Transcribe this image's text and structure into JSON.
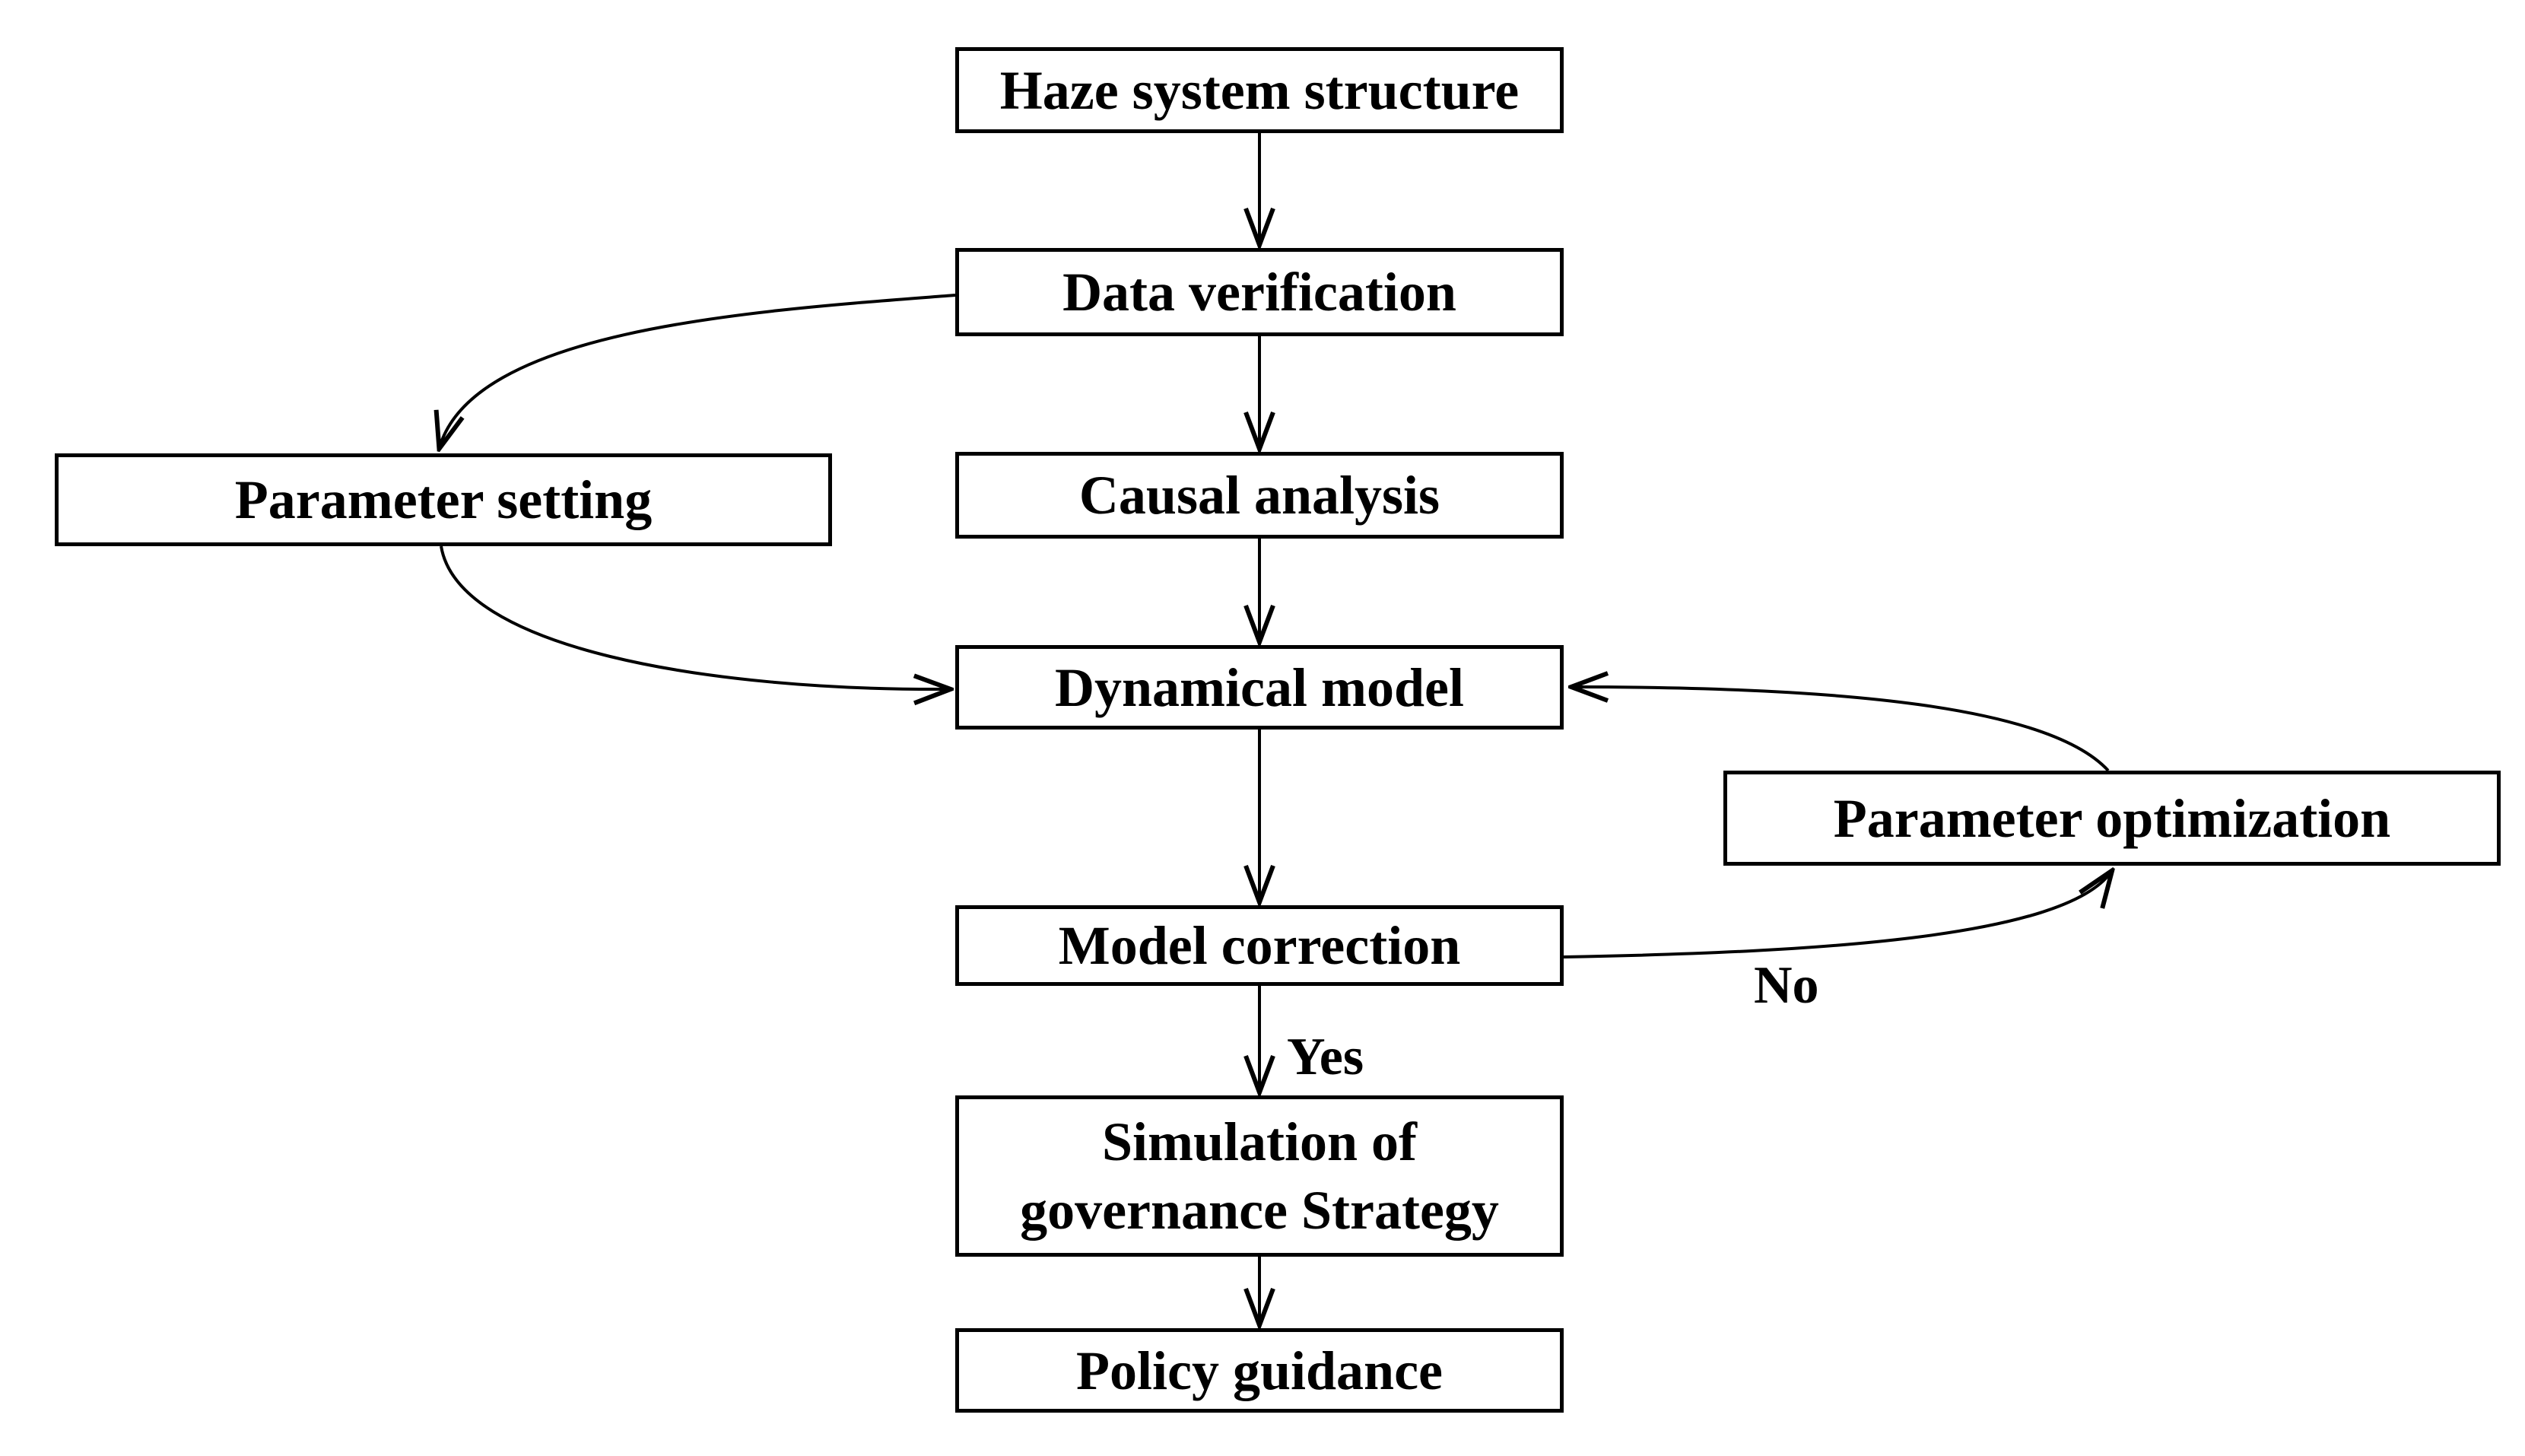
{
  "diagram": {
    "type": "flowchart",
    "nodes": [
      {
        "id": "haze-system-structure",
        "label": "Haze system structure"
      },
      {
        "id": "data-verification",
        "label": "Data verification"
      },
      {
        "id": "parameter-setting",
        "label": "Parameter setting"
      },
      {
        "id": "causal-analysis",
        "label": "Causal analysis"
      },
      {
        "id": "dynamical-model",
        "label": "Dynamical model"
      },
      {
        "id": "parameter-optimization",
        "label": "Parameter optimization"
      },
      {
        "id": "model-correction",
        "label": "Model correction"
      },
      {
        "id": "simulation-of-governance-strategy",
        "label": "Simulation of governance Strategy"
      },
      {
        "id": "policy-guidance",
        "label": "Policy guidance"
      }
    ],
    "edges": [
      {
        "from": "Haze system structure",
        "to": "Data verification",
        "label": ""
      },
      {
        "from": "Data verification",
        "to": "Causal analysis",
        "label": ""
      },
      {
        "from": "Data verification",
        "to": "Parameter setting",
        "label": ""
      },
      {
        "from": "Parameter setting",
        "to": "Dynamical model",
        "label": ""
      },
      {
        "from": "Causal analysis",
        "to": "Dynamical model",
        "label": ""
      },
      {
        "from": "Dynamical model",
        "to": "Model correction",
        "label": ""
      },
      {
        "from": "Model correction",
        "to": "Simulation of governance Strategy",
        "label": "Yes"
      },
      {
        "from": "Model correction",
        "to": "Parameter optimization",
        "label": "No"
      },
      {
        "from": "Parameter optimization",
        "to": "Dynamical model",
        "label": ""
      },
      {
        "from": "Simulation of governance Strategy",
        "to": "Policy guidance",
        "label": ""
      }
    ],
    "colors": {
      "background": "#ffffff",
      "box_fill": "#ffffff",
      "box_border": "#000000",
      "text": "#000000",
      "arrow": "#000000"
    }
  }
}
